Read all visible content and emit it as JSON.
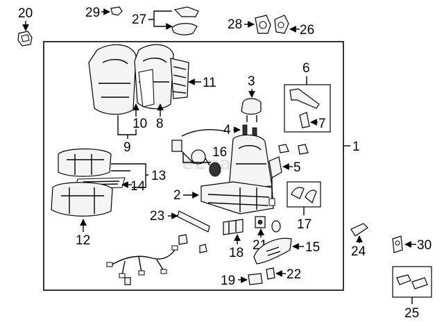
{
  "diagram": {
    "watermark": "eEparts",
    "labels": {
      "n1": "1",
      "n2": "2",
      "n3": "3",
      "n4": "4",
      "n5": "5",
      "n6": "6",
      "n7": "7",
      "n8": "8",
      "n9": "9",
      "n10": "10",
      "n11": "11",
      "n12": "12",
      "n13": "13",
      "n14": "14",
      "n15": "15",
      "n16": "16",
      "n17": "17",
      "n18": "18",
      "n19": "19",
      "n20": "20",
      "n21": "21",
      "n22": "22",
      "n23": "23",
      "n24": "24",
      "n25": "25",
      "n26": "26",
      "n27": "27",
      "n28": "28",
      "n29": "29",
      "n30": "30"
    }
  }
}
